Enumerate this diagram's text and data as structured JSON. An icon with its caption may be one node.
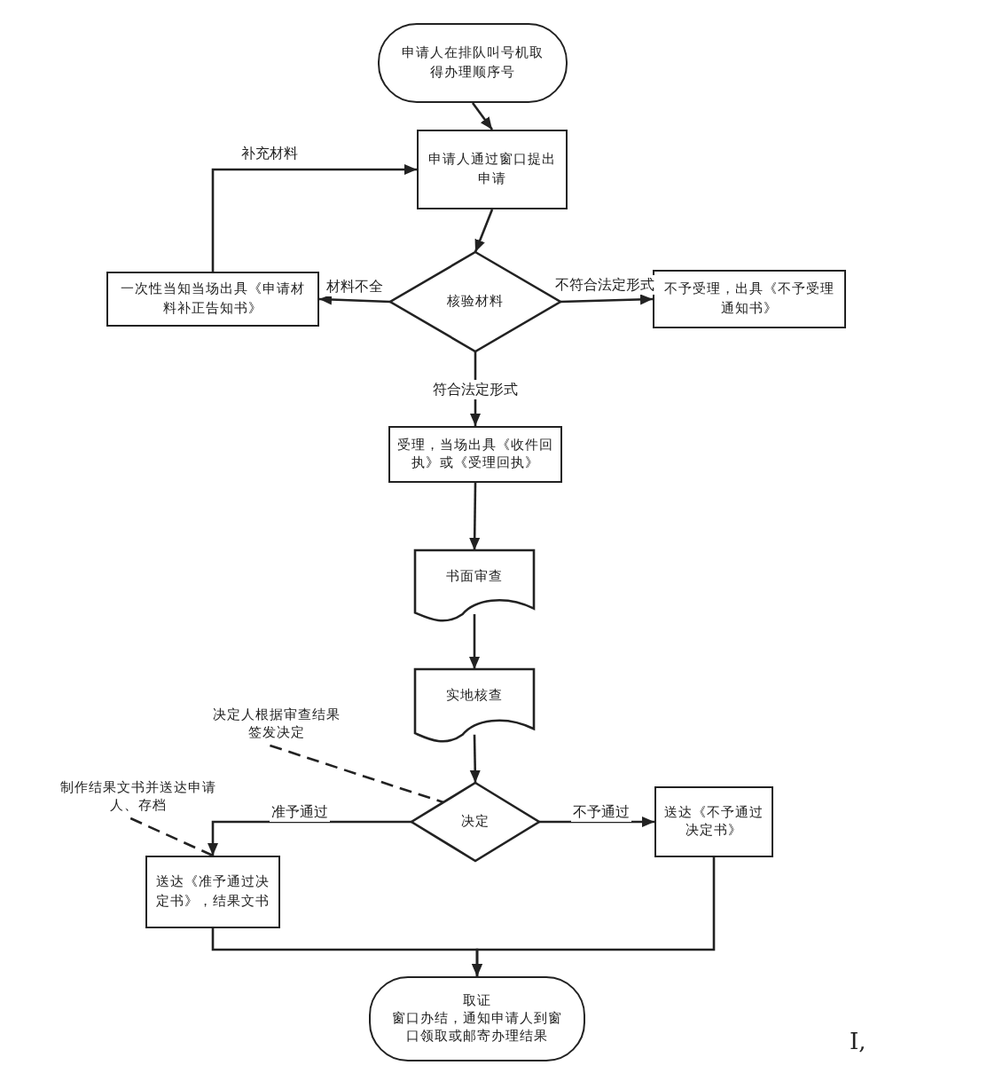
{
  "diagram": {
    "nodes": [
      {
        "text": [
          "申请人在排队叫号机取得办理顺序号"
        ]
      },
      {
        "text": [
          "申请人通过窗口提出申请"
        ]
      },
      {
        "text": [
          "核验材料"
        ]
      },
      {
        "text": [
          "一次性当知当场出具《申请材料补正告知书》"
        ]
      },
      {
        "text": [
          "不予受理，出具《不予受理通知书》"
        ]
      },
      {
        "text": [
          "受理，当场出具《收件回执》或《受理回执》"
        ]
      },
      {
        "text": [
          "书面审查"
        ]
      },
      {
        "text": [
          "实地核查"
        ]
      },
      {
        "text": [
          "决定"
        ]
      },
      {
        "text": [
          "送达《不予通过决定书》"
        ]
      },
      {
        "text": [
          "送达《准予通过决定书》，结果文书"
        ]
      },
      {
        "text": [
          "取证",
          "窗口办结，通知申请人到窗口领取或邮寄办理结果"
        ]
      },
      {
        "text": [
          "决定人根据审查结果签发决定"
        ]
      },
      {
        "text": [
          "制作结果文书并送达申请人、存档"
        ]
      }
    ],
    "edges": [
      {
        "from": 0,
        "to": 1,
        "arrow": "to"
      },
      {
        "from": 1,
        "to": 2,
        "arrow": "to"
      },
      {
        "from": 2,
        "to": 3,
        "arrow": "to",
        "label": "材料不全"
      },
      {
        "from": 2,
        "to": 4,
        "arrow": "to",
        "label": "不符合法定形式"
      },
      {
        "from": 3,
        "to": 1,
        "arrow": "to",
        "label": "补充材料"
      },
      {
        "from": 2,
        "to": 5,
        "arrow": "to",
        "label": "符合法定形式"
      },
      {
        "from": 5,
        "to": 6,
        "arrow": "to"
      },
      {
        "from": 6,
        "to": 7,
        "arrow": "to"
      },
      {
        "from": 7,
        "to": 8,
        "arrow": "to"
      },
      {
        "from": 8,
        "to": 10,
        "arrow": "to",
        "label": "准予通过"
      },
      {
        "from": 8,
        "to": 9,
        "arrow": "to",
        "label": "不予通过"
      },
      {
        "from": 10,
        "to": 11,
        "arrow": "to"
      },
      {
        "from": 9,
        "to": 11,
        "arrow": "to"
      },
      {
        "from": 12,
        "to": 8,
        "arrow": "none",
        "style": "dashed"
      },
      {
        "from": 13,
        "to": 10,
        "arrow": "none",
        "style": "dashed"
      }
    ],
    "labels": [
      "I,"
    ]
  }
}
